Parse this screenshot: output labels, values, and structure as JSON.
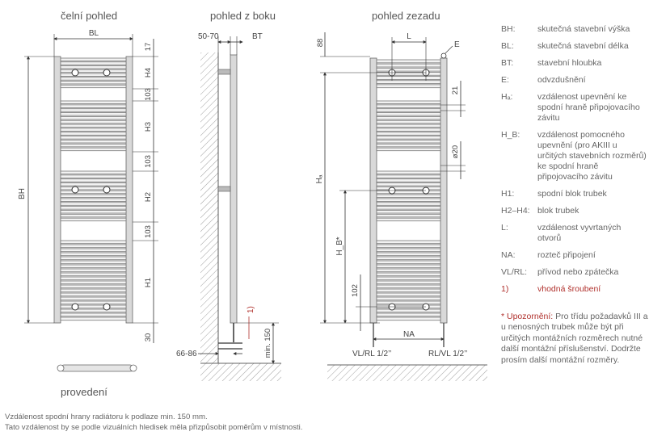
{
  "views": {
    "front": "čelní pohled",
    "side": "pohled z boku",
    "rear": "pohled zezadu",
    "bottom": "provedení"
  },
  "front_dims": {
    "bl": "BL",
    "bh": "BH",
    "top": "17",
    "h4": "H4",
    "gap1": "103",
    "h3": "H3",
    "gap2": "103",
    "h2": "H2",
    "gap3": "103",
    "h1": "H1",
    "bottom": "30"
  },
  "side_dims": {
    "wall_dist": "50-70",
    "bt": "BT",
    "note_ref": "1)",
    "min_floor": "min. 150",
    "pipe_dist": "66-86"
  },
  "rear_dims": {
    "top": "88",
    "l": "L",
    "e": "E",
    "d21": "21",
    "d20": "ø20",
    "ha": "Hₐ",
    "hb": "H_B*",
    "d102": "102",
    "na": "NA",
    "vl": "VL/RL 1/2’’",
    "rl": "RL/VL 1/2’’"
  },
  "legend": [
    {
      "key": "BH:",
      "val": "skutečná stavební výška"
    },
    {
      "key": "BL:",
      "val": "skutečná stavební délka"
    },
    {
      "key": "BT:",
      "val": "stavební hloubka"
    },
    {
      "key": "E:",
      "val": "odvzdušnění"
    },
    {
      "key": "Hₐ:",
      "val": "vzdálenost upevnění ke spodní hraně připojovacího závitu"
    },
    {
      "key": "H_B:",
      "val": "vzdálenost pomocného upevnění (pro AKIII u určitých stavebních rozměrů) ke spodní hraně připojovacího závitu"
    },
    {
      "key": "H1:",
      "val": "spodní blok trubek"
    },
    {
      "key": "H2–H4:",
      "val": "blok trubek"
    },
    {
      "key": "L:",
      "val": "vzdálenost vyvrtaných otvorů"
    },
    {
      "key": "NA:",
      "val": "rozteč připojení"
    },
    {
      "key": "VL/RL:",
      "val": "přívod nebo zpátečka"
    },
    {
      "key": "1)",
      "val": "vhodná šroubení"
    }
  ],
  "warning": {
    "label": "* Upozornění:",
    "text": " Pro třídu požadavků III a u nenosných trubek může být při určitých montážních rozměrech nutné další montážní příslušenství. Dodržte prosím další montážní rozměry."
  },
  "note": {
    "line1": "Vzdálenost spodní hrany radiátoru k podlaze min. 150 mm.",
    "line2": "Tato vzdálenost by se podle vizuálních hledisek měla přizpůsobit poměrům v místnosti."
  },
  "colors": {
    "red": "#b0302c",
    "line": "#333333",
    "panel": "#d9d9d9"
  }
}
